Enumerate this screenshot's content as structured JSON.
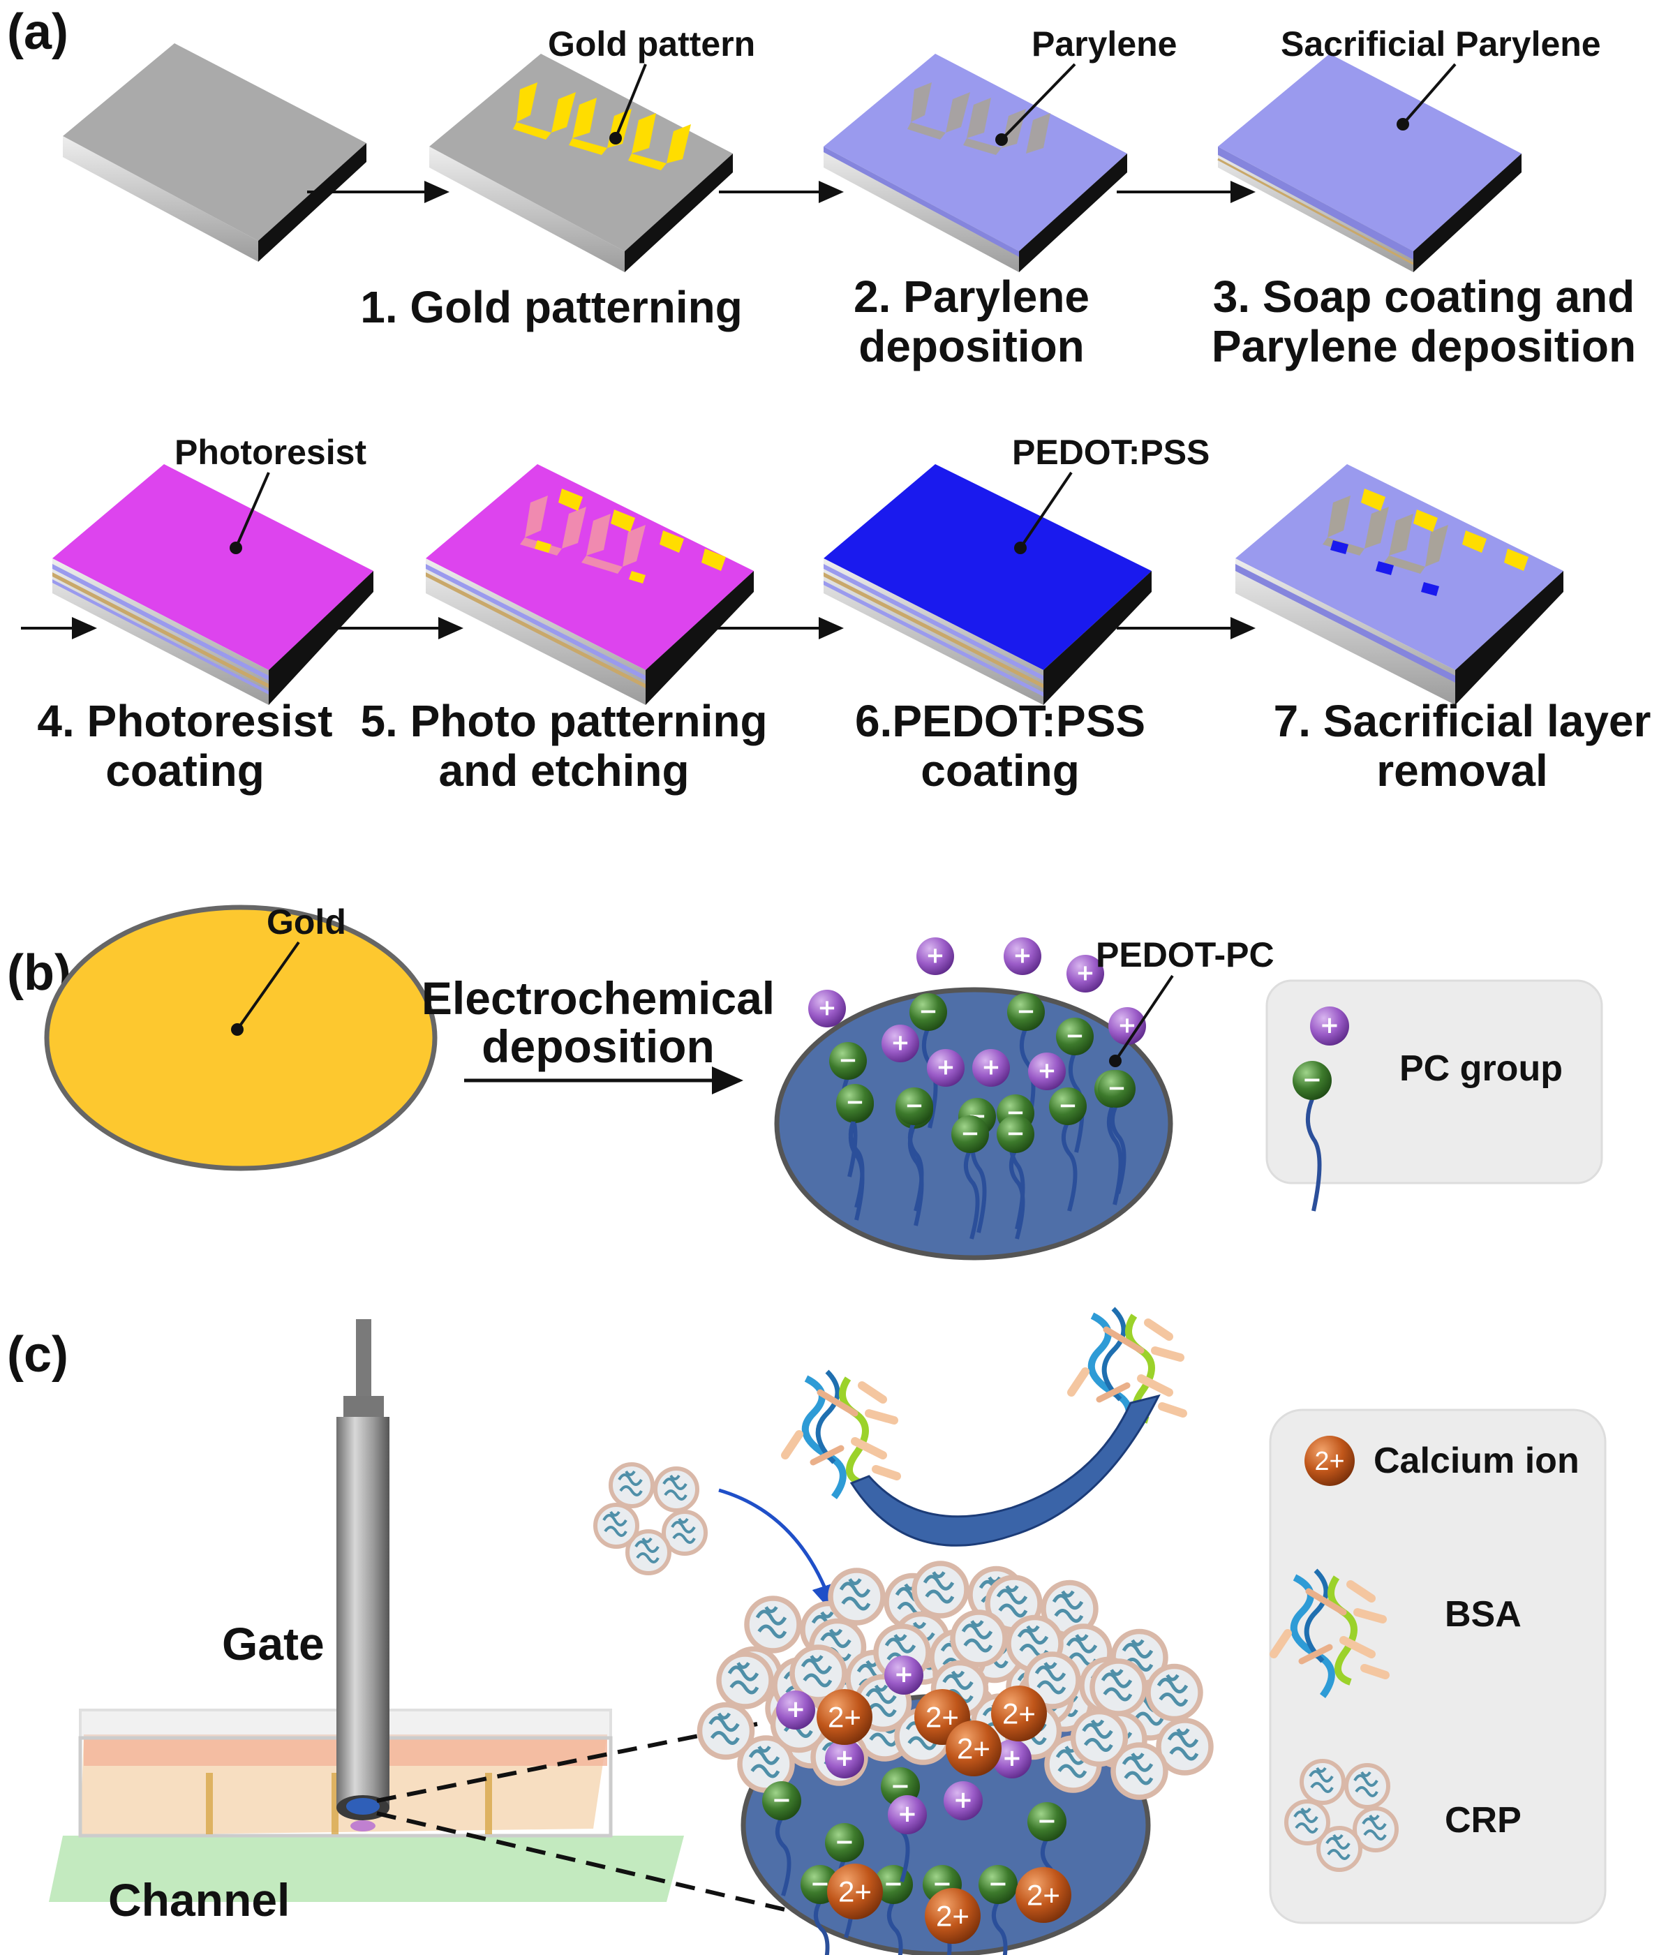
{
  "panels": {
    "a": "(a)",
    "b": "(b)",
    "c": "(c)"
  },
  "panel_a": {
    "callouts": {
      "gold_pattern": "Gold pattern",
      "parylene": "Parylene",
      "sacrificial_parylene": "Sacrificial Parylene",
      "photoresist": "Photoresist",
      "pedot_pss": "PEDOT:PSS"
    },
    "steps": [
      {
        "line1": "1. Gold patterning",
        "line2": ""
      },
      {
        "line1": "2. Parylene",
        "line2": "deposition"
      },
      {
        "line1": "3. Soap coating and",
        "line2": "Parylene deposition"
      },
      {
        "line1": "4. Photoresist",
        "line2": "coating"
      },
      {
        "line1": "5. Photo patterning",
        "line2": "and etching"
      },
      {
        "line1": "6.PEDOT:PSS",
        "line2": "coating"
      },
      {
        "line1": "7. Sacrificial layer",
        "line2": "removal"
      }
    ],
    "colors": {
      "substrate": "#a9a9a9",
      "gold": "#ffdd00",
      "parylene": "#9a9aee",
      "photoresist": "#dd44ee",
      "pedot": "#1a1aee"
    }
  },
  "panel_b": {
    "gold_label": "Gold",
    "process_line1": "Electrochemical",
    "process_line2": "deposition",
    "pedot_pc_label": "PEDOT-PC",
    "legend_label": "PC group",
    "plus_glyph": "+",
    "minus_glyph": "−",
    "colors": {
      "gold": "#fdc82f",
      "film": "#4f6fa8",
      "cation": "#9b5cc8",
      "anion": "#3d7a2c"
    }
  },
  "panel_c": {
    "gate_label": "Gate",
    "channel_label": "Channel",
    "ion_glyph": "2+",
    "legend": {
      "calcium": "Calcium ion",
      "bsa": "BSA",
      "crp": "CRP"
    },
    "colors": {
      "calcium": "#c0561a",
      "crp": "#6fa3b8",
      "bsa_blue": "#2e9bd6",
      "bsa_green": "#9bd22a",
      "bsa_peach": "#f4c6a0"
    }
  }
}
